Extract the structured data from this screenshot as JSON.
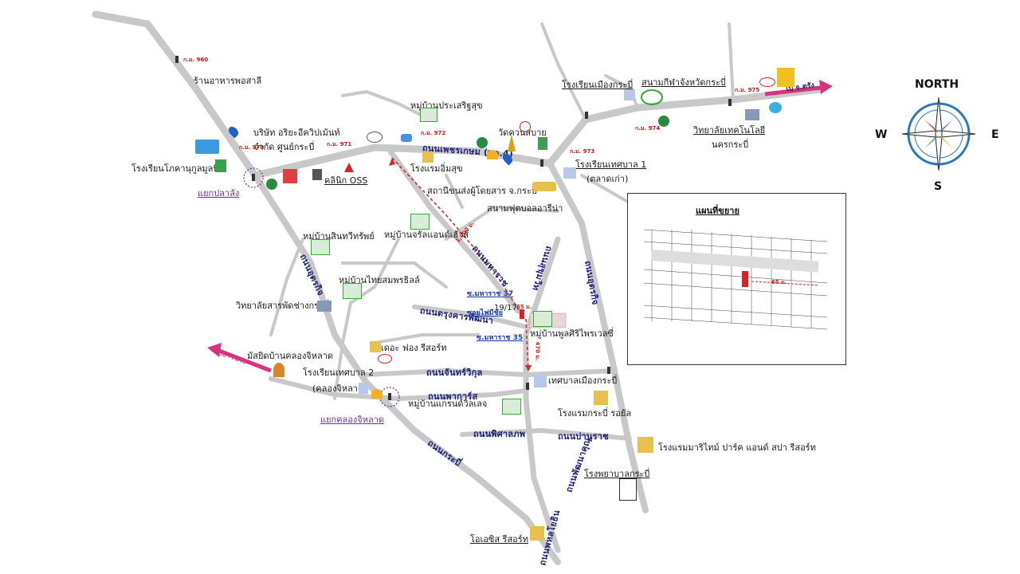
{
  "compass": {
    "north": "NORTH",
    "south": "S",
    "east": "E",
    "west": "W"
  },
  "roads": {
    "petchkasem": "ถนนเพชรเกษม (ทล.4)",
    "maharaj": "ถนนมหาราช",
    "utarakit_w": "ถนนอุตรกิจ",
    "utarakit_e": "ถนนอุตรกิจ",
    "sukhon": "ถนนสุขุมวิท",
    "trakulpat": "ถนนตรุงคารพัฒนา",
    "janwikul": "ถนนจันทร์วิกุล",
    "phattarat": "ถนนพาการ์ส",
    "pisalpop": "ถนนพิศาลภพ",
    "krabi": "ถนนกระบี่",
    "pana": "ถนนปานุราช",
    "pattana": "ถนนพัฒนาคุณ",
    "hualien": "ถนนพหลโยธิน"
  },
  "places": {
    "restaurant": "ร้านอาหารพอสาลี",
    "company1": "บริษัท อริยะอีควิปเม้นท์",
    "company2": "จำกัด ศูนย์กระบี่",
    "clinic": "คลินิก OSS",
    "school_w": "โรงเรียนโภคานุกูลมูลนิธิ",
    "junction_w": "แยกปลาลัง",
    "village1": "หมู่บ้านประเสริฐสุข",
    "temple": "วัดควนสบาย",
    "hotel1": "โรงแรมอิ่มสุข",
    "school_tessaban1": "โรงเรียนเทศบาล 1",
    "old_market": "(ตลาดเก่า)",
    "school_muang": "โรงเรียนเมืองกระบี่",
    "stadium": "สนามกีฬาจังหวัดกระบี่",
    "tech_college": "วิทยาลัยเทคโนโลยี",
    "krabi_city": "นครกระบี่",
    "bus_station": "สถานีขนส่งผู้โดยสาร จ.กระบี่",
    "football": "สนามฟุตบอลอารีน่า",
    "village2": "หมู่บ้านสินทวีทรัพย์",
    "village3": "หมู่บ้านจรัลแอนด์เฮ้าส์",
    "village4": "หมู่บ้านไทยสมพรธิลล์",
    "village5": "หมู่บ้านพูลศิริไพรเวลซี่",
    "poly_college": "วิทยาลัยสารพัดช่างกระบี่",
    "mosque": "มัสยิดบ้านคลองจิหลาด",
    "school_tessaban2": "โรงเรียนเทศบาล 2",
    "school_tessaban2b": "(คลองจิหลาด)",
    "junction_s": "แยกคลองจิหลาด",
    "the_fong": "เดอะ ฟอง รีสอร์ท",
    "municipality": "เทศบาลเมืองกระบี่",
    "village6": "หมู่บ้านแกรนด์วิลเลจ",
    "hotel_royal": "โรงแรมกระบี่ รอยัล",
    "maritime": "โรงแรมมาริไทม์ ปาร์ค แอนด์ สปา รีสอร์ท",
    "hospital": "โรงพยาบาลกระบี่",
    "oasis": "โอเอซิส รีสอร์ท",
    "to_aonang": "ไปอ่าวนาง",
    "to_trang": "ไป จ.ตรัง"
  },
  "tiny_labels": {
    "km960": "ก.ม. 960",
    "km970": "ก.ม. 970",
    "km971": "ก.ม. 971",
    "km972": "ก.ม. 972",
    "km973": "ก.ม. 973",
    "km974": "ก.ม. 974",
    "km975": "ก.ม. 975",
    "dist1": "1,000 ม.",
    "dist2": "65 ม.",
    "dist3": "470 ม."
  },
  "soi": {
    "s37": "ซ.มหาราช 37",
    "s35": "ซ.มหาราช 35",
    "sfaimongkol": "ซอยไฟมีชัย",
    "plot": "19/17"
  },
  "inset": {
    "title": "แผนที่ขยาย",
    "dist": "65 ม."
  },
  "colors": {
    "road": "#c8c8c8",
    "road_label": "#1b1f7a",
    "red_km": "#d01818",
    "route": "#e02020",
    "purple": "#7a2aa8"
  }
}
